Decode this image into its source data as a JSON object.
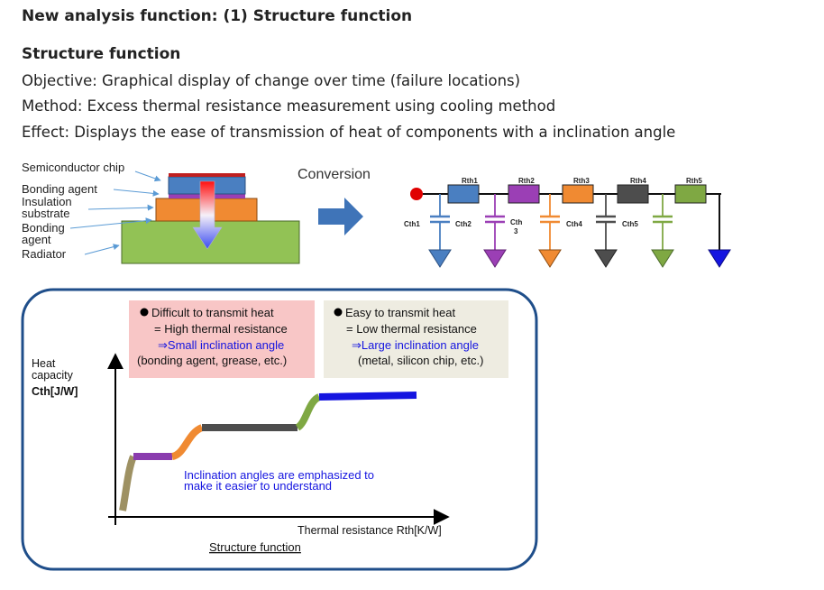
{
  "page_title": "New analysis function: (1) Structure function",
  "section_title": "Structure function",
  "lines": {
    "objective": "Objective: Graphical display of change over time (failure locations)",
    "method": "Method: Excess thermal resistance measurement using cooling method",
    "effect": "Effect: Displays the ease of transmission of heat of components with a inclination angle"
  },
  "layers": {
    "semiconductor_chip": "Semiconductor chip",
    "bonding_agent": "Bonding agent",
    "insulation_1": "Insulation",
    "insulation_2": "substrate",
    "bonding_1": "Bonding",
    "bonding_2": "agent",
    "radiator": "Radiator"
  },
  "conversion": "Conversion",
  "network": {
    "rth": [
      "Rth1",
      "Rth2",
      "Rth3",
      "Rth4",
      "Rth5"
    ],
    "cth": [
      "Cth1",
      "Cth2",
      "Cth",
      "Cth4",
      "Cth5"
    ],
    "cth3_sub": "3"
  },
  "difficult": {
    "title": "Difficult to transmit heat",
    "line1": "= High thermal resistance",
    "line2": "⇒Small inclination angle",
    "line3": "(bonding agent, grease, etc.)"
  },
  "easy": {
    "title": "Easy to transmit heat",
    "line1": "= Low thermal resistance",
    "line2": "⇒Large inclination angle",
    "line3": "(metal, silicon chip, etc.)"
  },
  "axis": {
    "y1": "Heat",
    "y2": "capacity",
    "y3": "Cth[J/W]",
    "x": "Thermal resistance Rth[K/W]"
  },
  "annotation": {
    "line1": "Inclination angles are emphasized to",
    "line2": "make it easier to understand"
  },
  "caption": "Structure function",
  "colors": {
    "blue_series": "#1515e0",
    "layer_blue": "#4a7fc1",
    "layer_purple": "#9b3fb5",
    "layer_orange": "#f08a32",
    "layer_gray": "#4d4d4d",
    "layer_green": "#7fa843",
    "radiator_green": "#92c255",
    "pink_box": "#f8c6c6",
    "beige_box": "#eeece1",
    "frame_blue": "#1f4e8a",
    "arrow_blue": "#3f74b8"
  }
}
